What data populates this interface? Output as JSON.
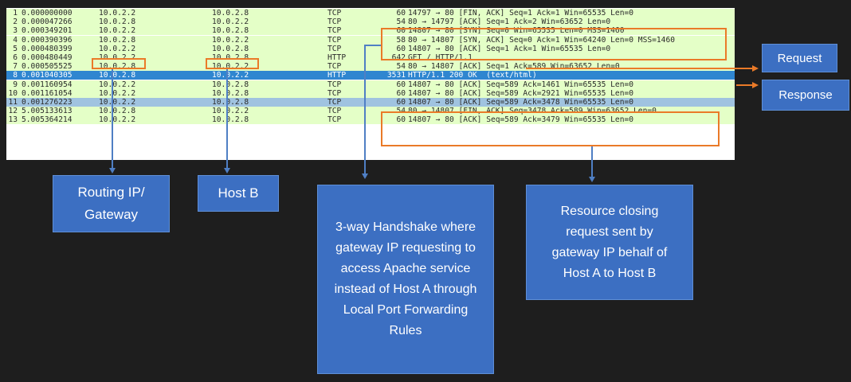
{
  "packets": [
    {
      "no": "1",
      "time": "0.000000000",
      "src": "10.0.2.2",
      "dst": "10.0.2.8",
      "proto": "TCP",
      "len": "60",
      "info": "14797 → 80 [FIN, ACK] Seq=1 Ack=1 Win=65535 Len=0"
    },
    {
      "no": "2",
      "time": "0.000047266",
      "src": "10.0.2.8",
      "dst": "10.0.2.2",
      "proto": "TCP",
      "len": "54",
      "info": "80 → 14797 [ACK] Seq=1 Ack=2 Win=63652 Len=0"
    },
    {
      "no": "3",
      "time": "0.000349201",
      "src": "10.0.2.2",
      "dst": "10.0.2.8",
      "proto": "TCP",
      "len": "60",
      "info": "14807 → 80 [SYN] Seq=0 Win=65535 Len=0 MSS=1460"
    },
    {
      "no": "4",
      "time": "0.000390396",
      "src": "10.0.2.8",
      "dst": "10.0.2.2",
      "proto": "TCP",
      "len": "58",
      "info": "80 → 14807 [SYN, ACK] Seq=0 Ack=1 Win=64240 Len=0 MSS=1460"
    },
    {
      "no": "5",
      "time": "0.000480399",
      "src": "10.0.2.2",
      "dst": "10.0.2.8",
      "proto": "TCP",
      "len": "60",
      "info": "14807 → 80 [ACK] Seq=1 Ack=1 Win=65535 Len=0"
    },
    {
      "no": "6",
      "time": "0.000480449",
      "src": "10.0.2.2",
      "dst": "10.0.2.8",
      "proto": "HTTP",
      "len": "642",
      "info": "GET / HTTP/1.1"
    },
    {
      "no": "7",
      "time": "0.000505525",
      "src": "10.0.2.8",
      "dst": "10.0.2.2",
      "proto": "TCP",
      "len": "54",
      "info": "80 → 14807 [ACK] Seq=1 Ack=589 Win=63652 Len=0"
    },
    {
      "no": "8",
      "time": "0.001040305",
      "src": "10.0.2.8",
      "dst": "10.0.2.2",
      "proto": "HTTP",
      "len": "3531",
      "info": "HTTP/1.1 200 OK  (text/html)"
    },
    {
      "no": "9",
      "time": "0.001160954",
      "src": "10.0.2.2",
      "dst": "10.0.2.8",
      "proto": "TCP",
      "len": "60",
      "info": "14807 → 80 [ACK] Seq=589 Ack=1461 Win=65535 Len=0"
    },
    {
      "no": "10",
      "time": "0.001161054",
      "src": "10.0.2.2",
      "dst": "10.0.2.8",
      "proto": "TCP",
      "len": "60",
      "info": "14807 → 80 [ACK] Seq=589 Ack=2921 Win=65535 Len=0"
    },
    {
      "no": "11",
      "time": "0.001276223",
      "src": "10.0.2.2",
      "dst": "10.0.2.8",
      "proto": "TCP",
      "len": "60",
      "info": "14807 → 80 [ACK] Seq=589 Ack=3478 Win=65535 Len=0"
    },
    {
      "no": "12",
      "time": "5.005133613",
      "src": "10.0.2.8",
      "dst": "10.0.2.2",
      "proto": "TCP",
      "len": "54",
      "info": "80 → 14807 [FIN, ACK] Seq=3478 Ack=589 Win=63652 Len=0"
    },
    {
      "no": "13",
      "time": "5.005364214",
      "src": "10.0.2.2",
      "dst": "10.0.2.8",
      "proto": "TCP",
      "len": "60",
      "info": "14807 → 80 [ACK] Seq=589 Ack=3479 Win=65535 Len=0"
    }
  ],
  "selected_packet": "8",
  "highlighted_packet": "11",
  "labels": {
    "request": "Request",
    "response": "Response",
    "routing_ip_line1": "Routing IP/",
    "routing_ip_line2": "Gateway",
    "host_b": "Host B",
    "handshake": "3-way Handshake where gateway IP requesting to access Apache service instead of Host A through Local Port Forwarding Rules",
    "closing": "Resource closing request sent by gateway IP behalf of Host A to Host B"
  },
  "colors": {
    "background": "#1e1e1e",
    "row_green": "#e4ffc7",
    "row_selected": "#2f86d0",
    "row_highlight": "#a0c3e0",
    "annotation_orange": "#ea7a28",
    "callout_blue": "#3c6fc2"
  }
}
